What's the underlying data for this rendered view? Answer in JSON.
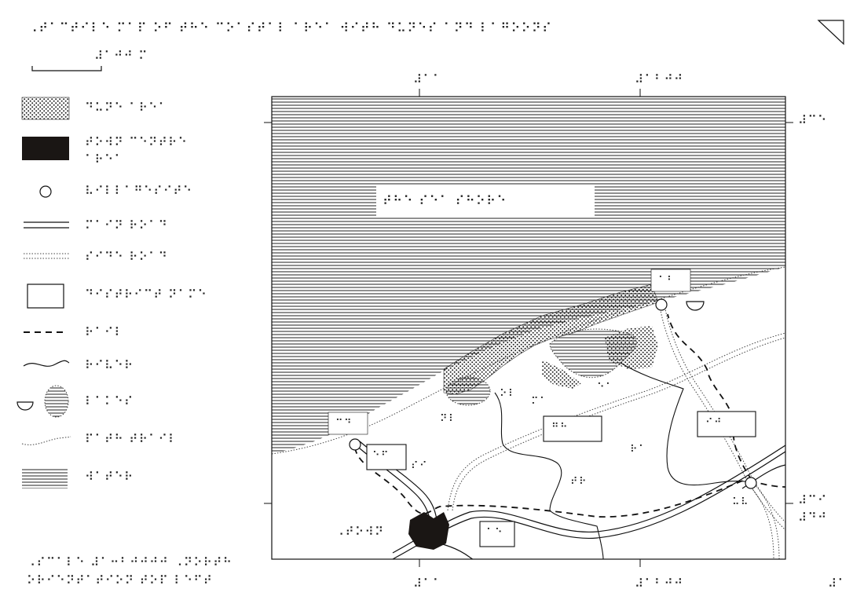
{
  "page": {
    "title_line": "⠠⠞⠁⠉⠞⠊⠇⠑ ⠍⠁⠏ ⠕⠋ ⠞⠓⠑ ⠉⠕⠁⠎⠞⠁⠇ ⠁⠗⠑⠁ ⠺⠊⠞⠓ ⠙⠥⠝⠑⠎ ⠁⠝⠙ ⠇⠁⠛⠕⠕⠝⠎",
    "scale_label": "⠼⠁⠚⠚ ⠍",
    "page_number": "⠼⠁",
    "footer_line1": "⠠⠎⠉⠁⠇⠑ ⠼⠁⠒⠃⠚⠚⠚⠚ ⠠⠝⠕⠗⠞⠓",
    "footer_line2": "⠕⠗⠊⠑⠝⠞⠁⠞⠊⠕⠝ ⠞⠕⠏ ⠇⠑⠋⠞"
  },
  "legend": [
    {
      "icon": "dune-dots-pattern",
      "label": "⠙⠥⠝⠑ ⠁⠗⠑⠁"
    },
    {
      "icon": "solid-black-block",
      "label": "⠞⠕⠺⠝ ⠉⠑⠝⠞⠗⠑",
      "label2": "⠁⠗⠑⠁"
    },
    {
      "icon": "circle-symbol",
      "label": "⠧⠊⠇⠇⠁⠛⠑⠎⠊⠞⠑"
    },
    {
      "icon": "double-line-road",
      "label": "⠍⠁⠊⠝ ⠗⠕⠁⠙"
    },
    {
      "icon": "dotted-double-line-road",
      "label": "⠎⠊⠙⠑ ⠗⠕⠁⠙"
    },
    {
      "icon": "boxed-label-symbol",
      "label": "⠙⠊⠎⠞⠗⠊⠉⠞ ⠝⠁⠍⠑"
    },
    {
      "icon": "dashed-line",
      "label": "⠗⠁⠊⠇"
    },
    {
      "icon": "wavy-line",
      "label": "⠗⠊⠧⠑⠗"
    },
    {
      "icon": "half-circle-and-oval",
      "label": "⠇⠁⠅⠑⠎"
    },
    {
      "icon": "dotted-curve",
      "label": "⠏⠁⠞⠓ ⠞⠗⠁⠊⠇"
    },
    {
      "icon": "horizontal-hatch",
      "label": "⠺⠁⠞⠑⠗"
    }
  ],
  "map": {
    "top_coords": [
      "⠼⠁⠁",
      "⠼⠁⠃⠚⠚"
    ],
    "bottom_coords": [
      "⠼⠁⠁",
      "⠼⠁⠃⠚⠚"
    ],
    "right_coords": [
      "⠼⠉⠑",
      "⠼⠉⠊",
      "⠼⠙⠚"
    ],
    "sea_label": "⠞⠓⠑ ⠎⠑⠁ ⠎⠓⠕⠗⠑",
    "boxed_labels": [
      "⠁⠃",
      "⠉⠙",
      "⠑⠋",
      "⠛⠓",
      "⠊⠚"
    ],
    "place_labels": [
      "⠑⠁",
      "⠕⠇",
      "⠍⠁",
      "⠝⠇",
      "⠗⠁",
      "⠎⠊",
      "⠞⠗",
      "⠥⠧",
      "⠁⠑"
    ],
    "town_label": "⠠⠞⠕⠺⠝"
  },
  "colors": {
    "ink": "#111111",
    "fill_black": "#1a1614",
    "paper": "#ffffff"
  }
}
